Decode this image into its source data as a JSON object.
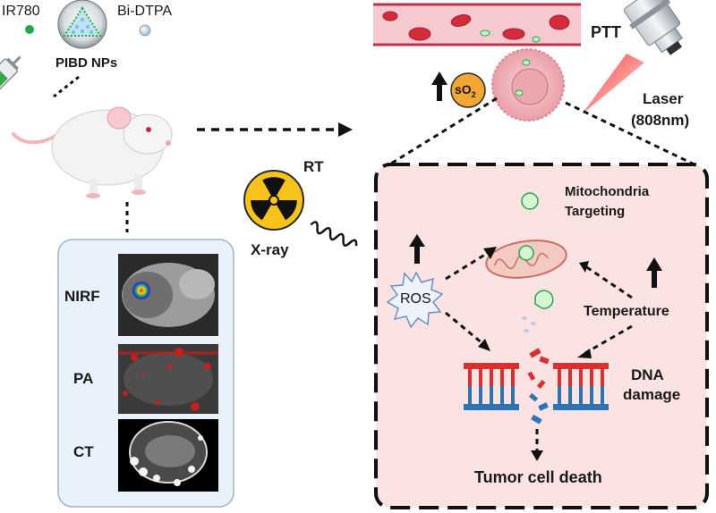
{
  "labels": {
    "ir780": "IR780",
    "bi_dtpa": "Bi-DTPA",
    "nanoparticle": "PIBD NPs",
    "ptt": "PTT",
    "laser_line1": "Laser",
    "laser_line2": "(808nm)",
    "rt": "RT",
    "xray": "X-ray",
    "so2_main": "sO",
    "so2_sub": "2",
    "mito_line1": "Mitochondria",
    "mito_line2": "Targeting",
    "ros": "ROS",
    "temperature": "Temperature",
    "dna_line1": "DNA",
    "dna_line2": "damage",
    "death": "Tumor cell death"
  },
  "imaging": {
    "nirf": "NIRF",
    "pa": "PA",
    "ct": "CT"
  },
  "colors": {
    "ir780_dot": "#22a94a",
    "bi_dot": "#b9cde0",
    "mechanism_panel": "#fbe3e3",
    "imaging_panel": "#e9f1fa",
    "vessel": "#f6c9cf",
    "rbc": "#d42c3c",
    "tumor": "#f2b9bf",
    "laser": "#e31d1d",
    "so2_badge": "#f2a633",
    "dna_red": "#d9302f",
    "dna_blue": "#2b74b6",
    "hazard": "#f7c21c"
  },
  "icons": [
    "syringe-icon",
    "mouse-icon",
    "radiation-icon",
    "objective-lens-icon",
    "mitochondrion-icon",
    "xray-wave-icon",
    "dna-helix-icon"
  ]
}
